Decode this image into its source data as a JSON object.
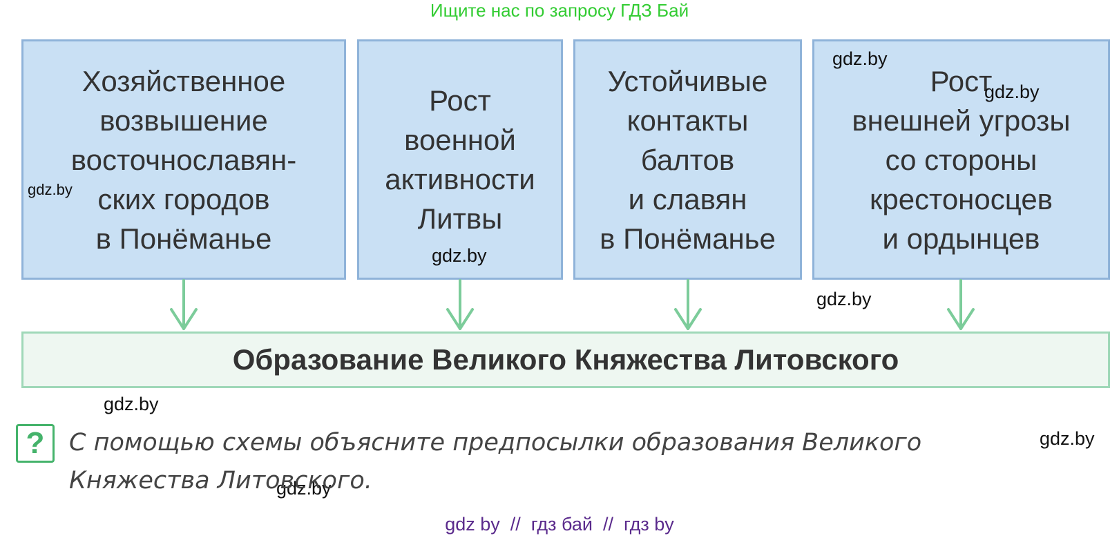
{
  "top_note": "Ищите нас по запросу ГДЗ Бай",
  "causes": [
    "Хозяйственное\nвозвышение\nвосточнославян-\nских городов\nв Понёманье",
    "Рост\nвоенной\nактивности\nЛитвы",
    "Устойчивые\nконтакты\nбалтов\nи славян\nв Понёманье",
    "Рост\nвнешней угрозы\nсо стороны\nкрестоносцев\nи ордынцев"
  ],
  "result": "Образование Великого Княжества Литовского",
  "question_mark": "?",
  "question": "С помощью схемы объясните предпосылки образования Великого Княжества Литовского.",
  "watermark": "gdz.by",
  "footer": "gdz by  //  гдз бай  //  гдз by",
  "colors": {
    "cause_fill": "#c9e0f4",
    "cause_border": "#8fb3d9",
    "result_fill": "#eef7f1",
    "result_border": "#9fd8b8",
    "arrow": "#7ccc9a",
    "top_note": "#33cc33",
    "footer": "#5a2a8c",
    "question_icon": "#45b36b"
  }
}
